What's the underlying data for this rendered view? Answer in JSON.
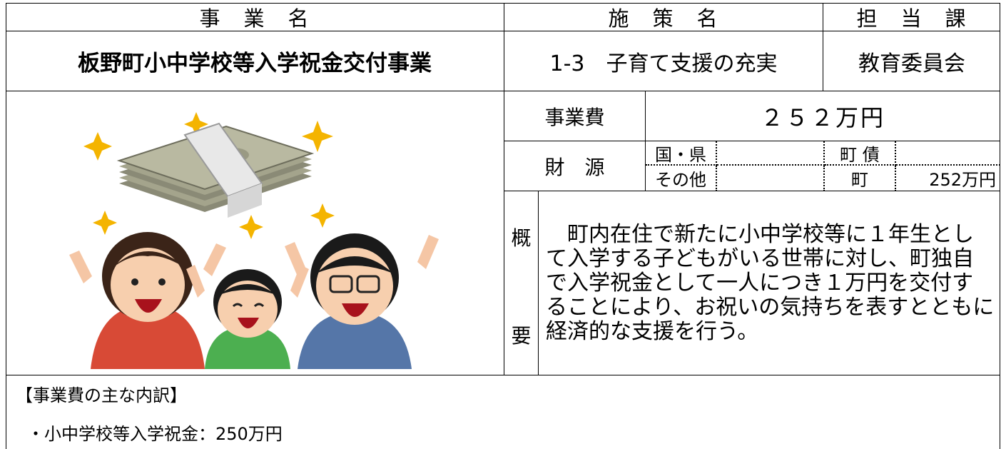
{
  "header": {
    "jigyo_mei": "事　業　名",
    "shisaku_mei": "施　策　名",
    "tanto_ka": "担　当　課"
  },
  "values": {
    "jigyo_mei": "板野町小中学校等入学祝金交付事業",
    "shisaku_mei": "1-3　子育て支援の充実",
    "tanto_ka": "教育委員会"
  },
  "budget": {
    "label": "事業費",
    "value": "２５２万円"
  },
  "funding": {
    "label": "財　源",
    "kuni_ken": "国・県",
    "kuni_ken_value": "",
    "chosai": "町 債",
    "chosai_value": "",
    "sonota": "その他",
    "sonota_value": "",
    "cho": "町",
    "cho_value": "252万円"
  },
  "summary": {
    "label_top": "概",
    "label_bottom": "要",
    "text": "　町内在住で新たに小中学校等に１年生として入学する子どもがいる世帯に対し、町独自で入学祝金として一人につき１万円を交付することにより、お祝いの気持ちを表すとともに経済的な支援を行う。"
  },
  "breakdown": {
    "heading": "【事業費の主な内訳】",
    "item": "・小中学校等入学祝金：250万円"
  },
  "illustration": {
    "icon": "family-celebrating-money-illustration"
  }
}
